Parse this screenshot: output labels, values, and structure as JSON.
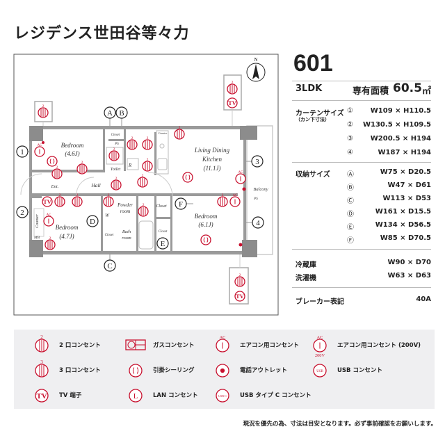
{
  "title": "レジデンス世田谷等々力",
  "unit": "601",
  "layout": "3LDK",
  "area_label": "専有面積",
  "area_value": "60.5",
  "area_unit": "㎡",
  "curtain": {
    "label": "カーテンサイズ",
    "sub": "（カン下寸法）",
    "items": [
      {
        "mark": "①",
        "value": "W109 × H110.5"
      },
      {
        "mark": "②",
        "value": "W130.5 × H109.5"
      },
      {
        "mark": "③",
        "value": "W200.5 × H194"
      },
      {
        "mark": "④",
        "value": "W187 × H194"
      }
    ]
  },
  "storage": {
    "label": "収納サイズ",
    "items": [
      {
        "mark": "Ⓐ",
        "value": "W75 × D20.5"
      },
      {
        "mark": "Ⓑ",
        "value": "W47 × D61"
      },
      {
        "mark": "Ⓒ",
        "value": "W113 × D53"
      },
      {
        "mark": "Ⓓ",
        "value": "W161 × D15.5"
      },
      {
        "mark": "Ⓔ",
        "value": "W134 × D56.5"
      },
      {
        "mark": "Ⓕ",
        "value": "W85 × D70.5"
      }
    ]
  },
  "fridge": {
    "label": "冷蔵庫",
    "value": "W90 × D70"
  },
  "washer": {
    "label": "洗濯機",
    "value": "W63 × D63"
  },
  "breaker": {
    "label": "ブレーカー表記",
    "value": "40A"
  },
  "legend": [
    {
      "icon": "outlet-2-icon",
      "label": "2 口コンセント"
    },
    {
      "icon": "gas-outlet-icon",
      "label": "ガスコンセント"
    },
    {
      "icon": "ac-outlet-icon",
      "label": "エアコン用コンセント"
    },
    {
      "icon": "ac-200v-outlet-icon",
      "label": "エアコン用コンセント (200V)"
    },
    {
      "icon": "outlet-3-icon",
      "label": "3 口コンセント"
    },
    {
      "icon": "ceiling-hook-icon",
      "label": "引掛シーリング"
    },
    {
      "icon": "phone-outlet-icon",
      "label": "電話アウトレット"
    },
    {
      "icon": "usb-outlet-icon",
      "label": "USB コンセント"
    },
    {
      "icon": "tv-outlet-icon",
      "label": "TV 端子"
    },
    {
      "icon": "lan-outlet-icon",
      "label": "LAN コンセント"
    },
    {
      "icon": "usb-c-outlet-icon",
      "label": "USB タイプ C コンセント"
    }
  ],
  "note": "現況を優先の為、寸法は目安となります。必ず事前確認をお願いします。",
  "plan": {
    "rooms": {
      "bed1": "Bedroom",
      "bed1_size": "(4.6J)",
      "bed2": "Bedroom",
      "bed2_size": "(4.7J)",
      "bed3": "Bedroom",
      "bed3_size": "(6.1J)",
      "ldk1": "Living Dining",
      "ldk2": "Kitchen",
      "ldk_size": "(11.1J)",
      "ent": "Ent.",
      "hall": "Hall",
      "toilet": "Toilet",
      "r": "R",
      "closet": "Closet",
      "ps": "PS",
      "counter": "Counter",
      "balcony": "Balcony",
      "powder1": "Powder",
      "powder2": "room",
      "bath1": "Bath",
      "bath2": "room",
      "mb": "MB",
      "w": "W"
    },
    "markers": [
      "A",
      "B",
      "C",
      "D",
      "E",
      "F",
      "1",
      "2",
      "3",
      "4"
    ],
    "compass": "N",
    "symbol_labels": {
      "two": "2",
      "three": "3",
      "ac": "AC",
      "v200": "200V",
      "tv": "TV",
      "lan": "L",
      "usb": "USB",
      "usbc": "USB-C"
    }
  },
  "colors": {
    "accent": "#c8102e",
    "wall": "#9a9a9a",
    "pillar": "#8c8c8c",
    "legend_bg": "#efeff1"
  }
}
